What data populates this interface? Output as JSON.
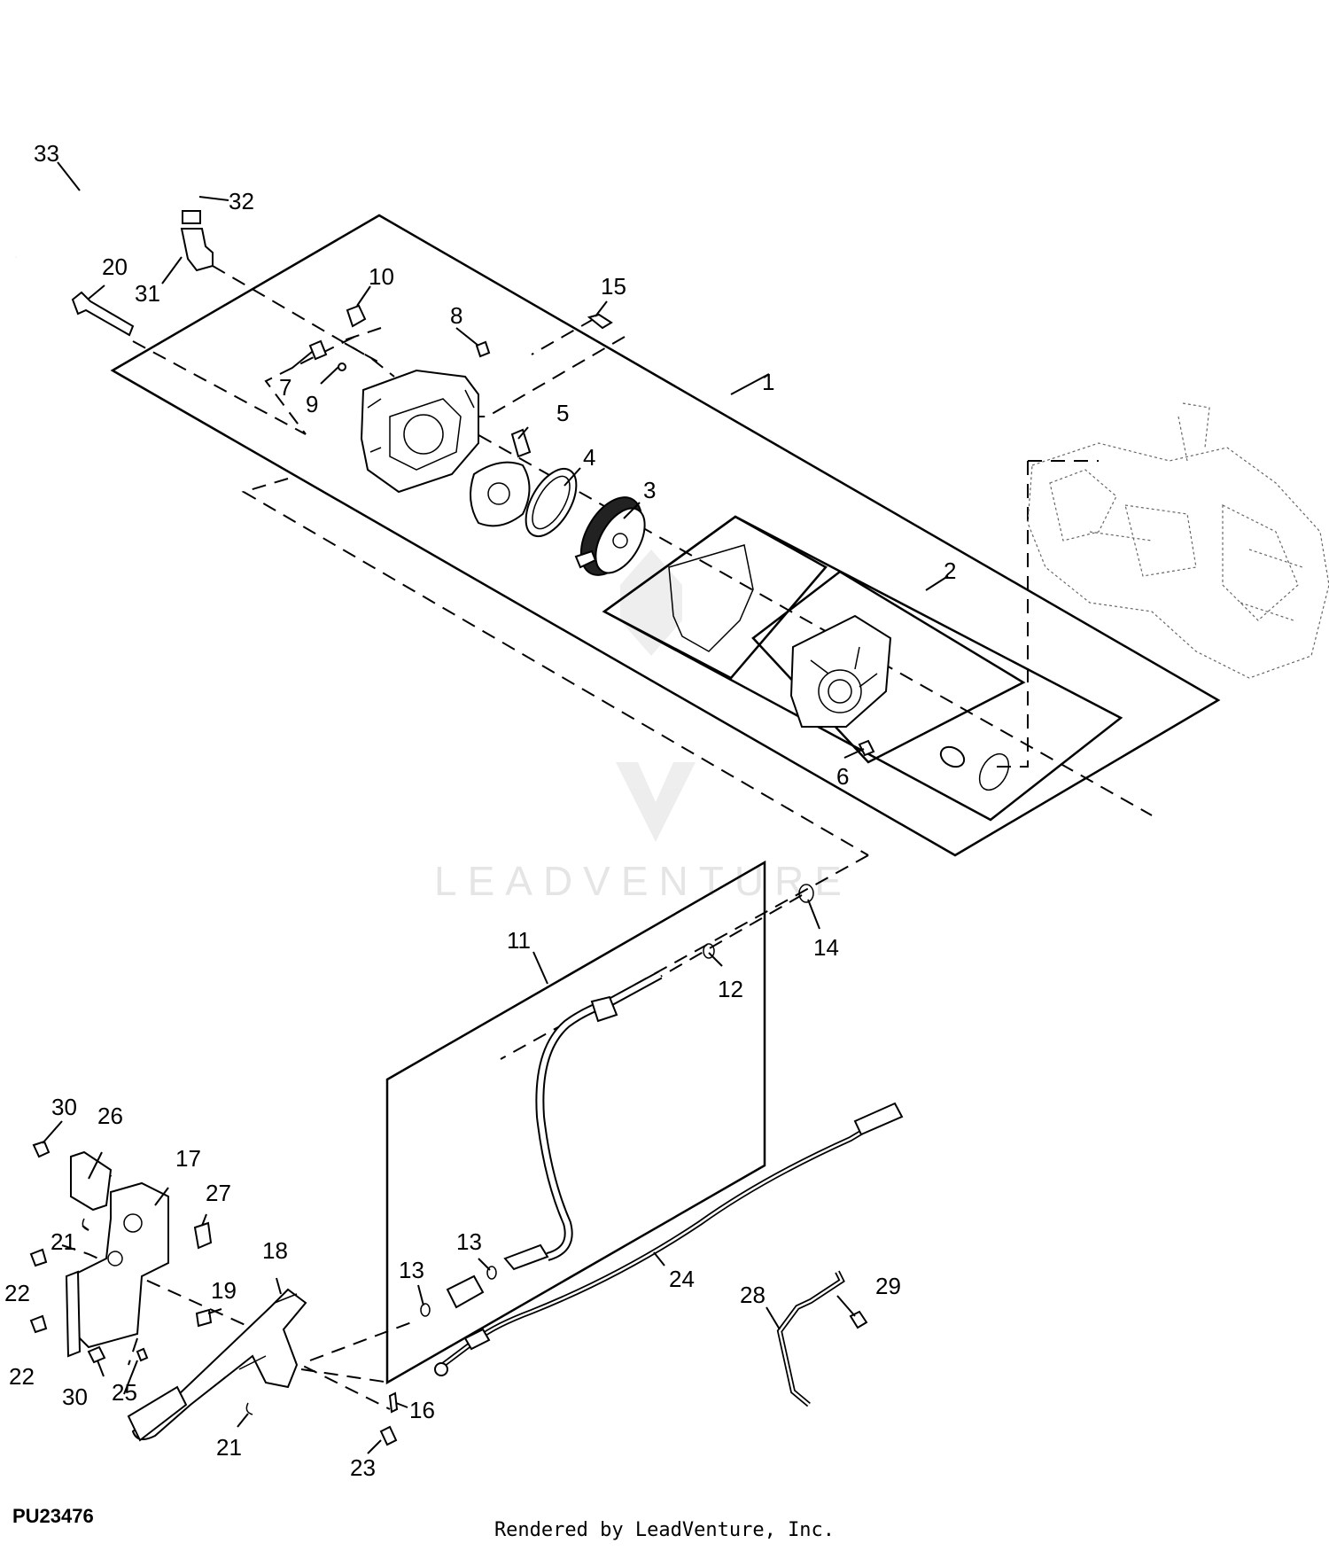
{
  "figure_id": "PU23476",
  "footer": "Rendered by LeadVenture, Inc.",
  "watermark": "LEADVENTURE",
  "callouts": {
    "c1": "1",
    "c2": "2",
    "c3": "3",
    "c4": "4",
    "c5": "5",
    "c6": "6",
    "c7": "7",
    "c8": "8",
    "c9": "9",
    "c10": "10",
    "c11": "11",
    "c12": "12",
    "c13a": "13",
    "c13b": "13",
    "c14": "14",
    "c15": "15",
    "c16": "16",
    "c17": "17",
    "c18": "18",
    "c19": "19",
    "c20": "20",
    "c21a": "21",
    "c21b": "21",
    "c22a": "22",
    "c22b": "22",
    "c23": "23",
    "c24": "24",
    "c25": "25",
    "c26": "26",
    "c27": "27",
    "c28": "28",
    "c29": "29",
    "c30a": "30",
    "c30b": "30",
    "c31": "31",
    "c32": "32",
    "c33": "33"
  }
}
